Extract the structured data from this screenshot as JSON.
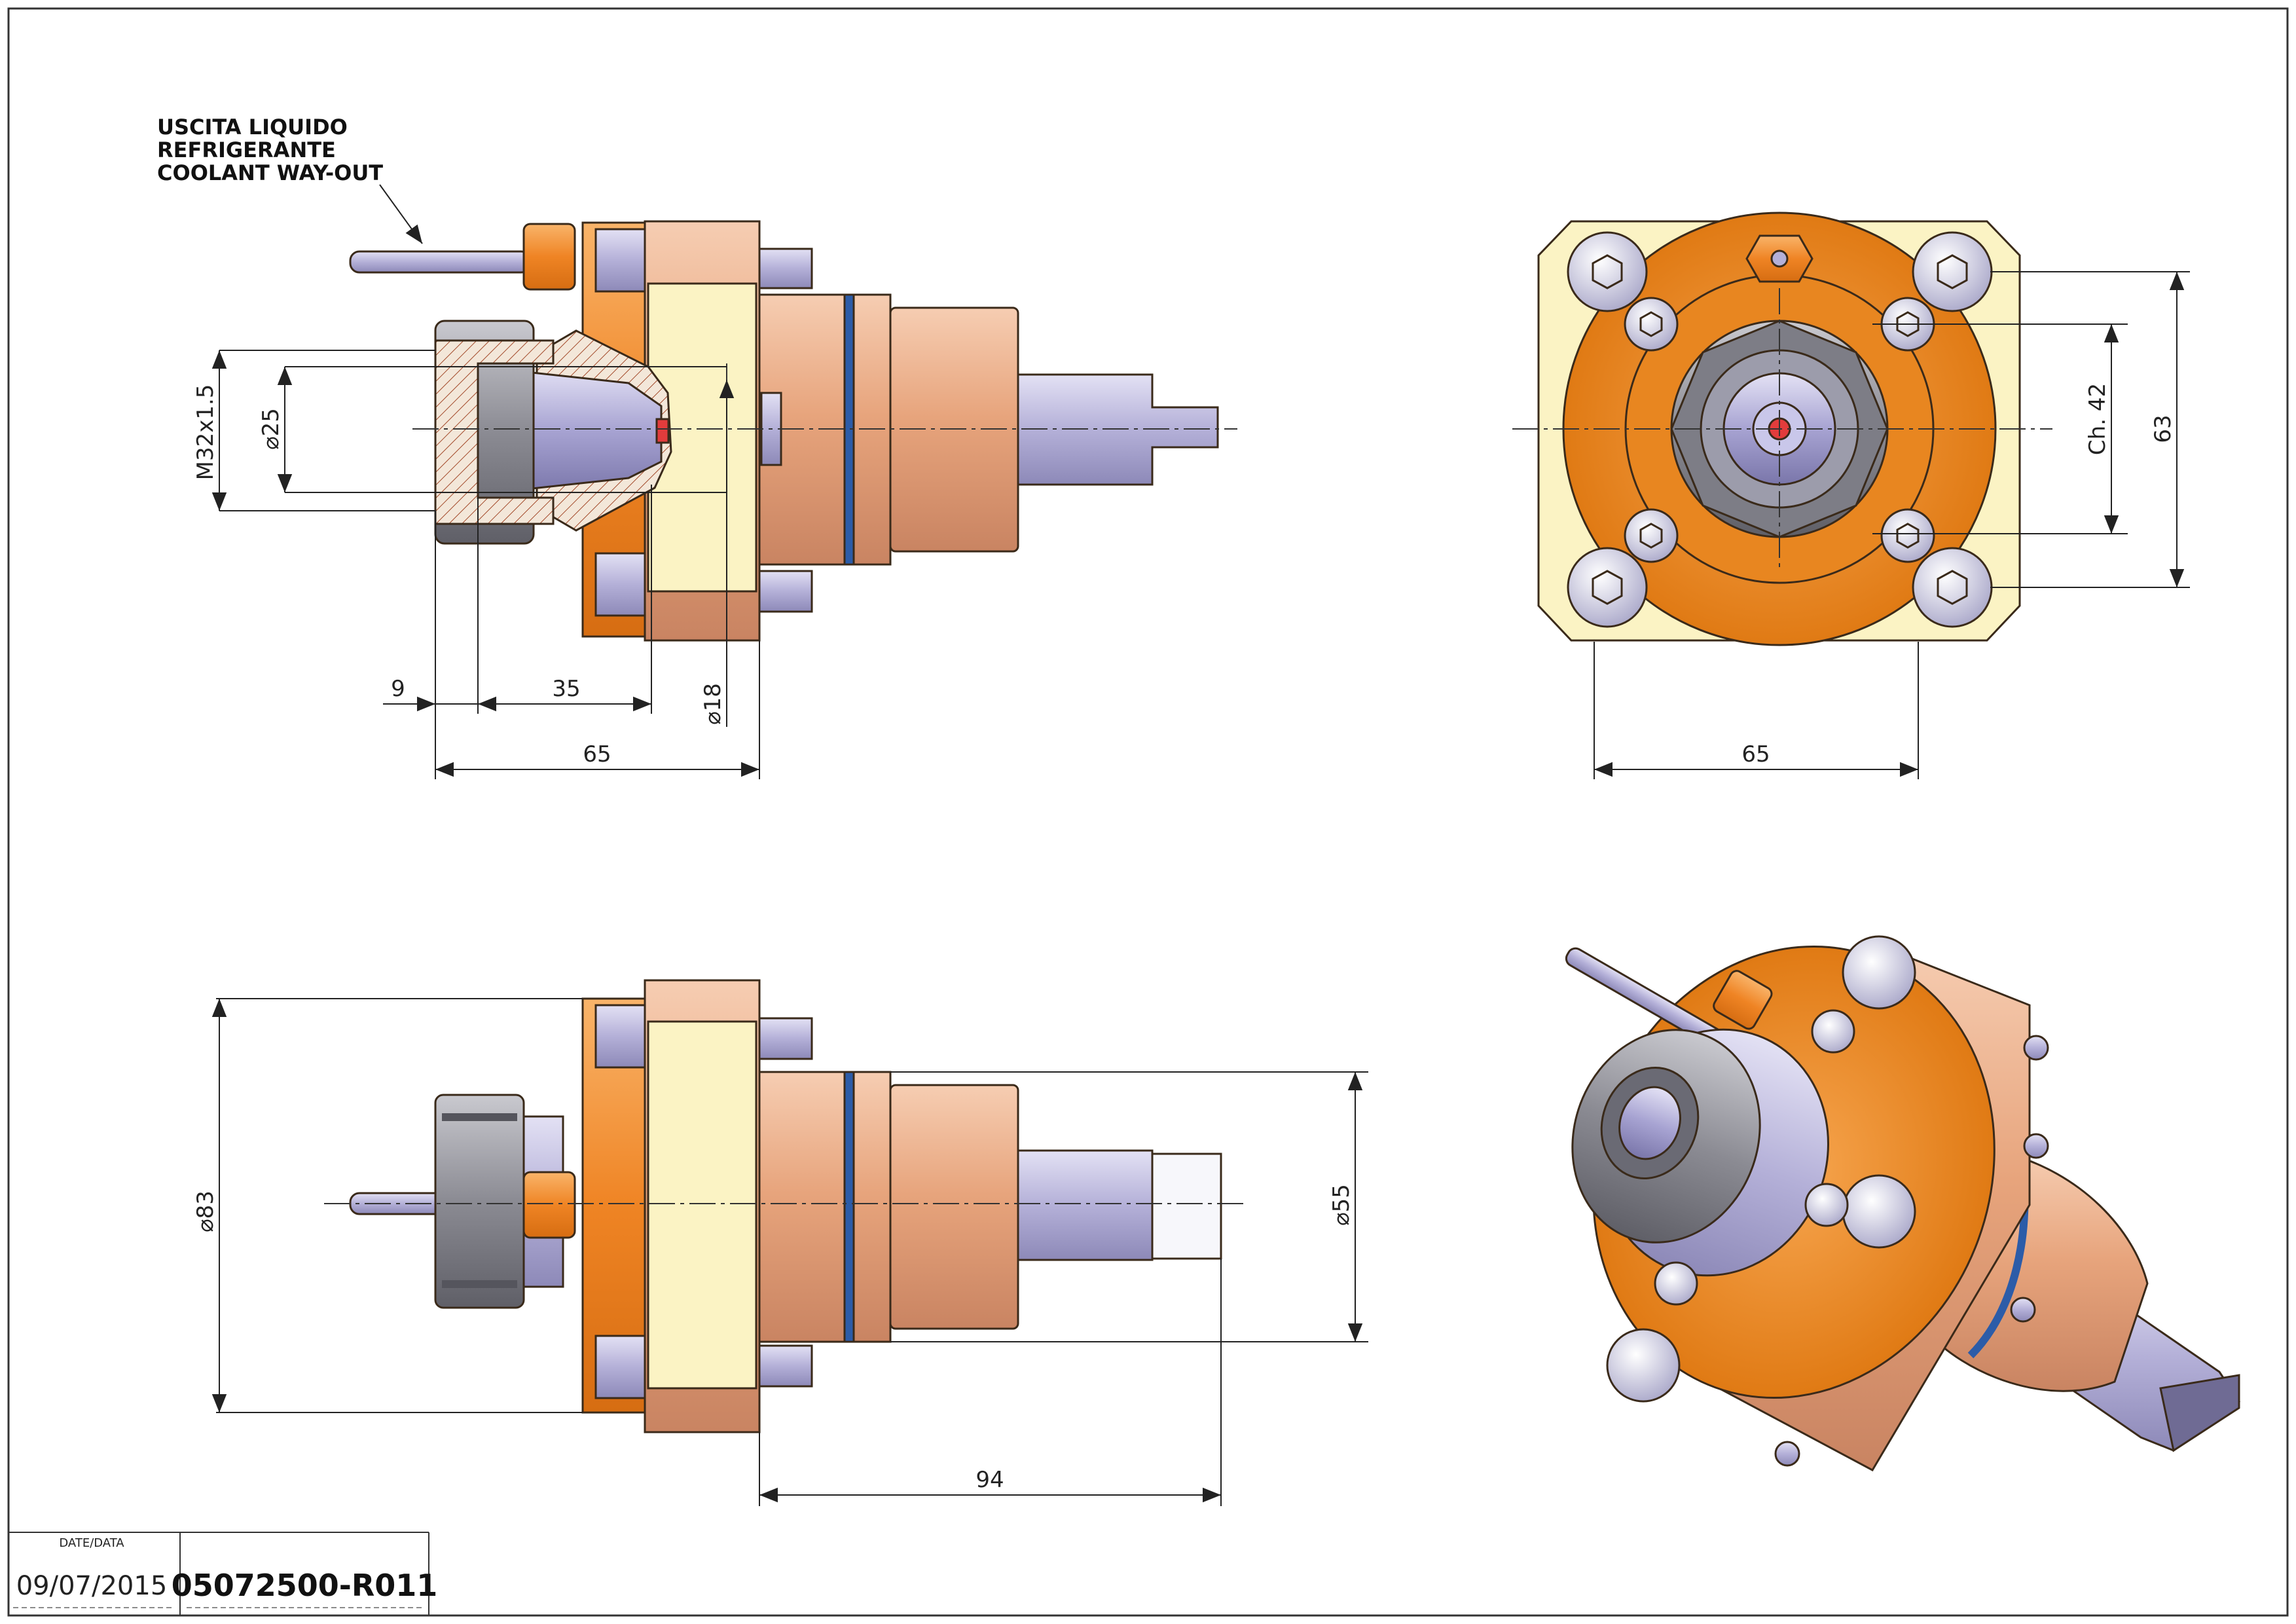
{
  "note": {
    "line1": "USCITA LIQUIDO",
    "line2": "REFRIGERANTE",
    "line3": "COOLANT WAY-OUT"
  },
  "dimensions": {
    "thread": "M32x1.5",
    "dia25": "⌀25",
    "d9": "9",
    "d35": "35",
    "dia18": "⌀18",
    "d65_side": "65",
    "d65_front": "65",
    "ch42": "Ch. 42",
    "d63": "63",
    "dia83": "⌀83",
    "dia55": "⌀55",
    "d94": "94"
  },
  "title_block": {
    "date_label": "DATE/DATA",
    "date": "09/07/2015",
    "code": "05072500-R011"
  },
  "colors": {
    "orange": "#f08a2a",
    "copper": "#e6a880",
    "cream": "#fbf3c4",
    "steel": "#b9b6dc",
    "collet": "#8e8e98",
    "blue_ring": "#2c5ca8"
  }
}
